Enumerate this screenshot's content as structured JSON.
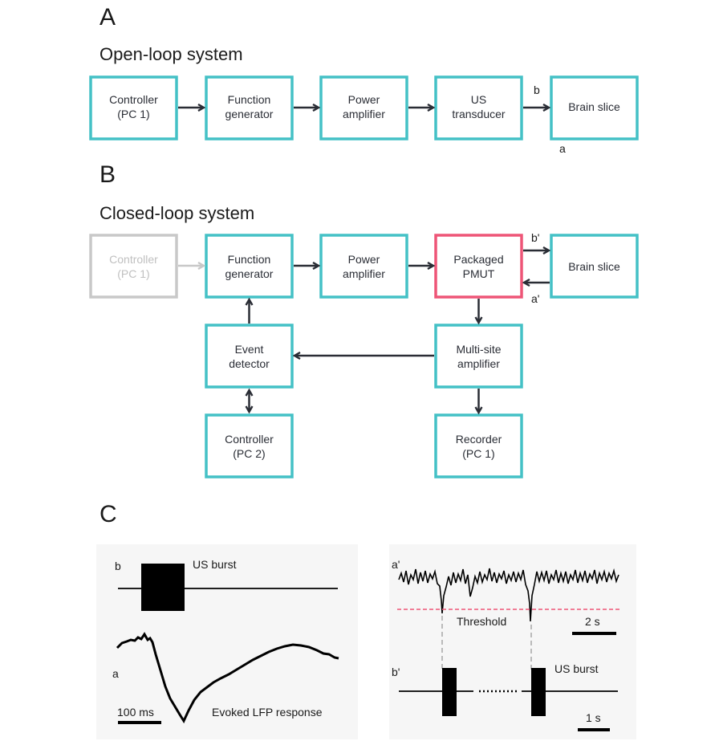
{
  "panels": {
    "a_letter": "A",
    "b_letter": "B",
    "c_letter": "C"
  },
  "open_loop": {
    "title": "Open-loop system",
    "boxes": [
      [
        "Controller",
        "(PC 1)"
      ],
      [
        "Function",
        "generator"
      ],
      [
        "Power",
        "amplifier"
      ],
      [
        "US",
        "transducer"
      ],
      [
        "Brain slice"
      ]
    ],
    "label_b": "b",
    "label_a": "a"
  },
  "closed_loop": {
    "title": "Closed-loop system",
    "controller_pc1": [
      "Controller",
      "(PC 1)"
    ],
    "function_generator": [
      "Function",
      "generator"
    ],
    "power_amplifier": [
      "Power",
      "amplifier"
    ],
    "packaged_pmut": [
      "Packaged",
      "PMUT"
    ],
    "brain_slice": [
      "Brain slice"
    ],
    "event_detector": [
      "Event",
      "detector"
    ],
    "multi_site_amplifier": [
      "Multi-site",
      "amplifier"
    ],
    "controller_pc2": [
      "Controller",
      "(PC 2)"
    ],
    "recorder_pc1": [
      "Recorder",
      "(PC 1)"
    ],
    "label_b_prime": "b'",
    "label_a_prime": "a'"
  },
  "panel_c_left": {
    "label_b": "b",
    "us_burst": "US burst",
    "label_a": "a",
    "evoked": "Evoked LFP response",
    "scale": "100 ms"
  },
  "panel_c_right": {
    "label_a_prime": "a'",
    "threshold": "Threshold",
    "scale_top": "2 s",
    "label_b_prime": "b'",
    "us_burst": "US burst",
    "scale_bottom": "1 s"
  },
  "colors": {
    "box_border": "#44c1c6",
    "pmut_border": "#ee5577",
    "disabled_border": "#c8c8c8",
    "threshold_line": "#ee5577"
  }
}
